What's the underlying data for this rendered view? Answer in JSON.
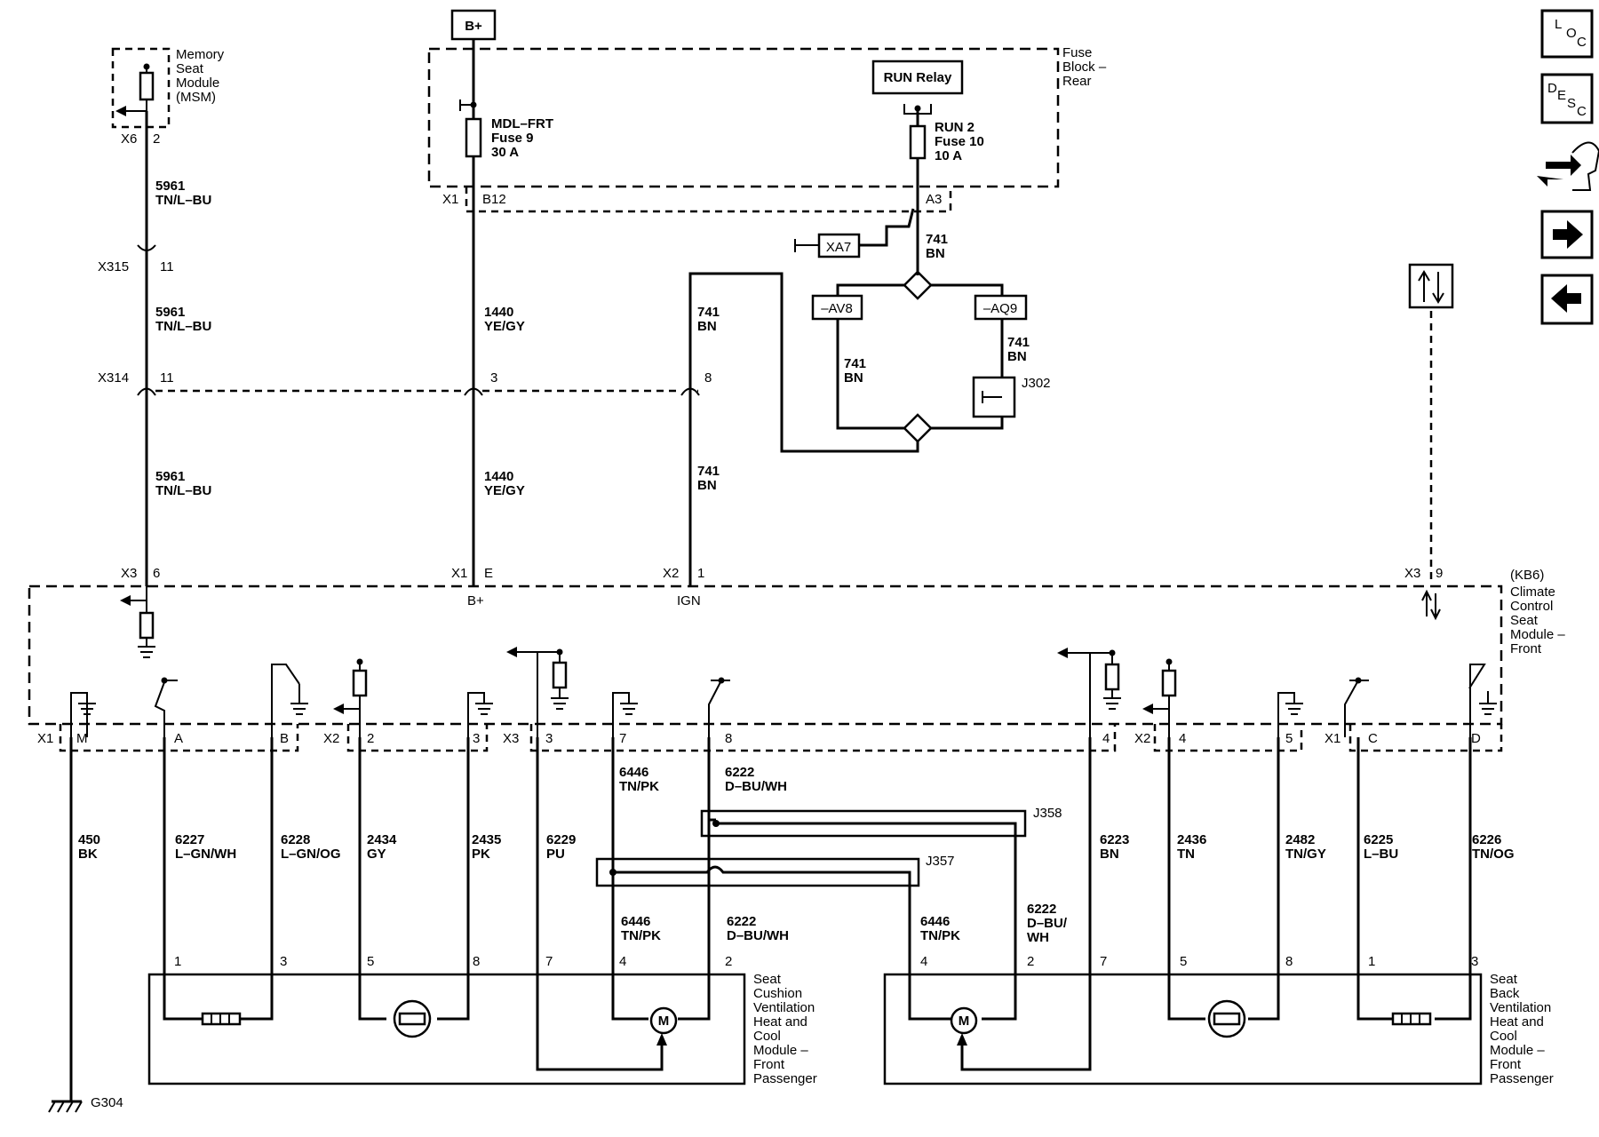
{
  "power": {
    "bplus": "B+",
    "run_relay": "RUN Relay"
  },
  "fuse_block": {
    "title": [
      "Fuse",
      "Block –",
      "Rear"
    ],
    "fuse9": [
      "MDL–FRT",
      "Fuse 9",
      "30 A"
    ],
    "fuse10": [
      "RUN 2",
      "Fuse 10",
      "10 A"
    ]
  },
  "msm": {
    "title": [
      "Memory",
      "Seat",
      "Module",
      "(MSM)"
    ]
  },
  "kb6": {
    "title": [
      "(KB6)",
      "Climate",
      "Control",
      "Seat",
      "Module –",
      "Front"
    ]
  },
  "cushion": {
    "title": [
      "Seat",
      "Cushion",
      "Ventilation",
      "Heat and",
      "Cool",
      "Module –",
      "Front",
      "Passenger"
    ]
  },
  "back": {
    "title": [
      "Seat",
      "Back",
      "Ventilation",
      "Heat and",
      "Cool",
      "Module –",
      "Front",
      "Passenger"
    ]
  },
  "connectors": {
    "x6": "X6",
    "p2": "2",
    "x315": "X315",
    "p11": "11",
    "x314": "X314",
    "p3": "3",
    "p8": "8",
    "x1": "X1",
    "b12": "B12",
    "a3": "A3",
    "xa7": "XA7",
    "av8": "–AV8",
    "aq9": "–AQ9",
    "j302": "J302",
    "x3": "X3",
    "p6": "6",
    "e": "E",
    "x2": "X2",
    "p1": "1",
    "p9": "9",
    "bplus_pin": "B+",
    "ign": "IGN",
    "j358": "J358",
    "j357": "J357",
    "g304": "G304"
  },
  "wires": {
    "w5961": [
      "5961",
      "TN/L–BU"
    ],
    "w1440": [
      "1440",
      "YE/GY"
    ],
    "w741": [
      "741",
      "BN"
    ],
    "w450": [
      "450",
      "BK"
    ],
    "w6227": [
      "6227",
      "L–GN/WH"
    ],
    "w6228": [
      "6228",
      "L–GN/OG"
    ],
    "w2434": [
      "2434",
      "GY"
    ],
    "w2435": [
      "2435",
      "PK"
    ],
    "w6229": [
      "6229",
      "PU"
    ],
    "w6446": [
      "6446",
      "TN/PK"
    ],
    "w6222": [
      "6222",
      "D–BU/WH"
    ],
    "w6222b": [
      "6222",
      "D–BU/",
      "WH"
    ],
    "w6223": [
      "6223",
      "BN"
    ],
    "w2436": [
      "2436",
      "TN"
    ],
    "w2482": [
      "2482",
      "TN/GY"
    ],
    "w6225": [
      "6225",
      "L–BU"
    ],
    "w6226": [
      "6226",
      "TN/OG"
    ]
  },
  "lower_pins": {
    "m": "M",
    "a": "A",
    "b": "B",
    "x2": "X2",
    "p2": "2",
    "p3": "3",
    "x3": "X3",
    "p3b": "3",
    "p7": "7",
    "p8": "8",
    "p4": "4",
    "x2b": "X2",
    "p4b": "4",
    "p5": "5",
    "x1": "X1",
    "c": "C",
    "d": "D",
    "x1a": "X1"
  },
  "module_pins": {
    "c1": "1",
    "c3": "3",
    "c5": "5",
    "c8": "8",
    "c7": "7",
    "c4": "4",
    "c2": "2",
    "b4": "4",
    "b2": "2",
    "b7": "7",
    "b5": "5",
    "b8": "8",
    "b1": "1",
    "b3": "3"
  },
  "motor": "M",
  "nav": {
    "loc": [
      "L",
      "O",
      "C"
    ],
    "desc": [
      "D",
      "E",
      "S",
      "C"
    ]
  }
}
